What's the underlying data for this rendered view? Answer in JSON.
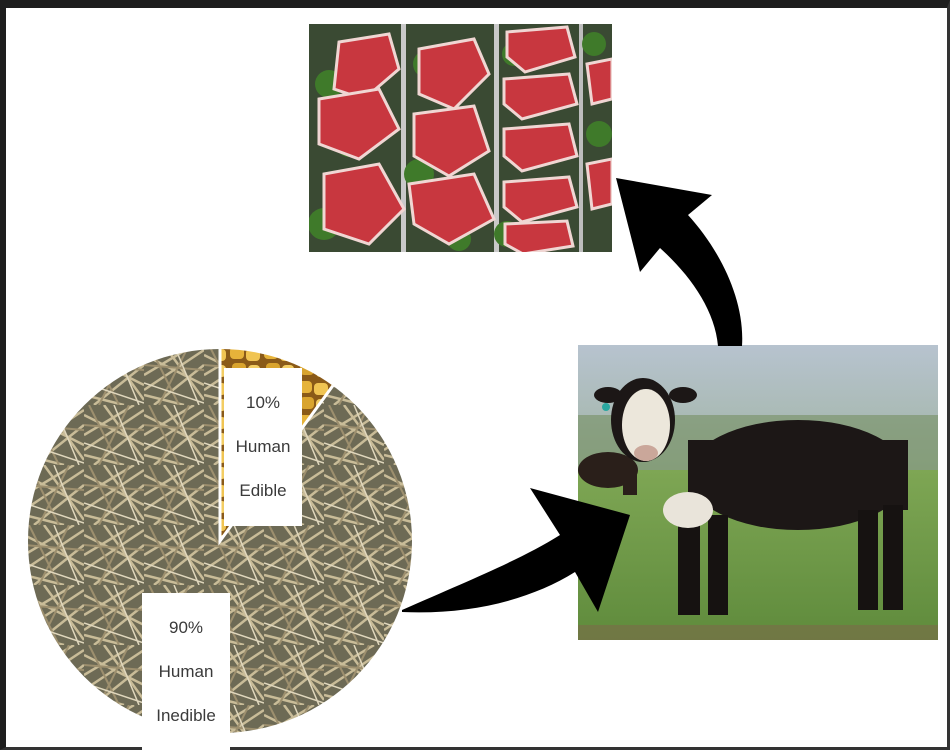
{
  "pie": {
    "edible": {
      "percent": "10%",
      "line1": "Human",
      "line2": "Edible",
      "value": 10
    },
    "inedible": {
      "percent": "90%",
      "line1": "Human",
      "line2": "Inedible",
      "value": 90
    }
  },
  "colors": {
    "frame": "#1e1e1e",
    "arrow": "#000000",
    "label_bg": "#ffffff"
  }
}
